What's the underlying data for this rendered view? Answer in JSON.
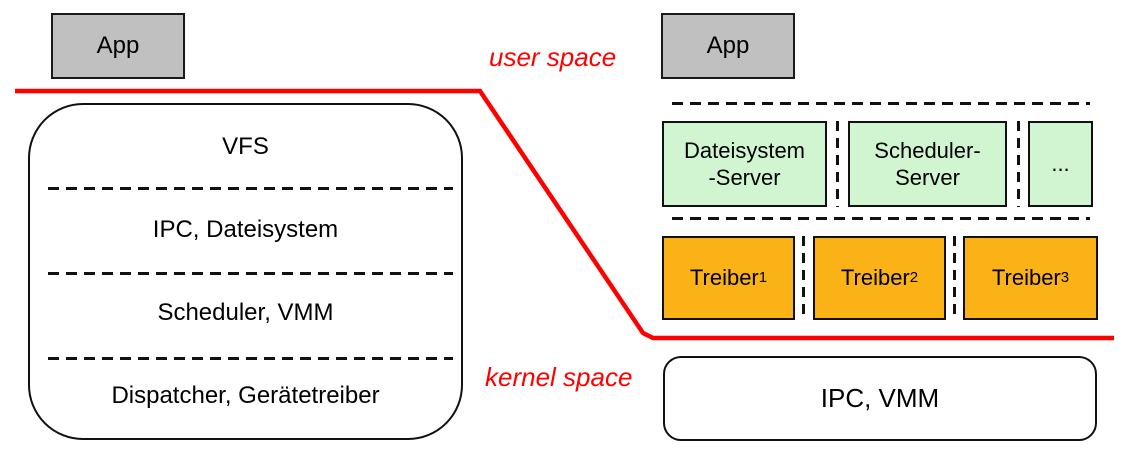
{
  "colors": {
    "accent_red": "#FF0000",
    "box_gray": "#C0C0C0",
    "box_green": "#D0F5D0",
    "box_orange": "#FBB217"
  },
  "labels": {
    "user_space": "user space",
    "kernel_space": "kernel space"
  },
  "left": {
    "app_label": "App",
    "layers": [
      "VFS",
      "IPC, Dateisystem",
      "Scheduler, VMM",
      "Dispatcher, Gerätetreiber"
    ]
  },
  "right": {
    "app_label": "App",
    "servers": [
      {
        "line1": "Dateisystem",
        "line2": "-Server"
      },
      {
        "line1": "Scheduler-",
        "line2": "Server"
      },
      {
        "line1": "..."
      }
    ],
    "drivers": [
      {
        "base": "Treiber",
        "sub": "1"
      },
      {
        "base": "Treiber",
        "sub": "2"
      },
      {
        "base": "Treiber",
        "sub": "3"
      }
    ],
    "kernel_label": "IPC, VMM"
  }
}
